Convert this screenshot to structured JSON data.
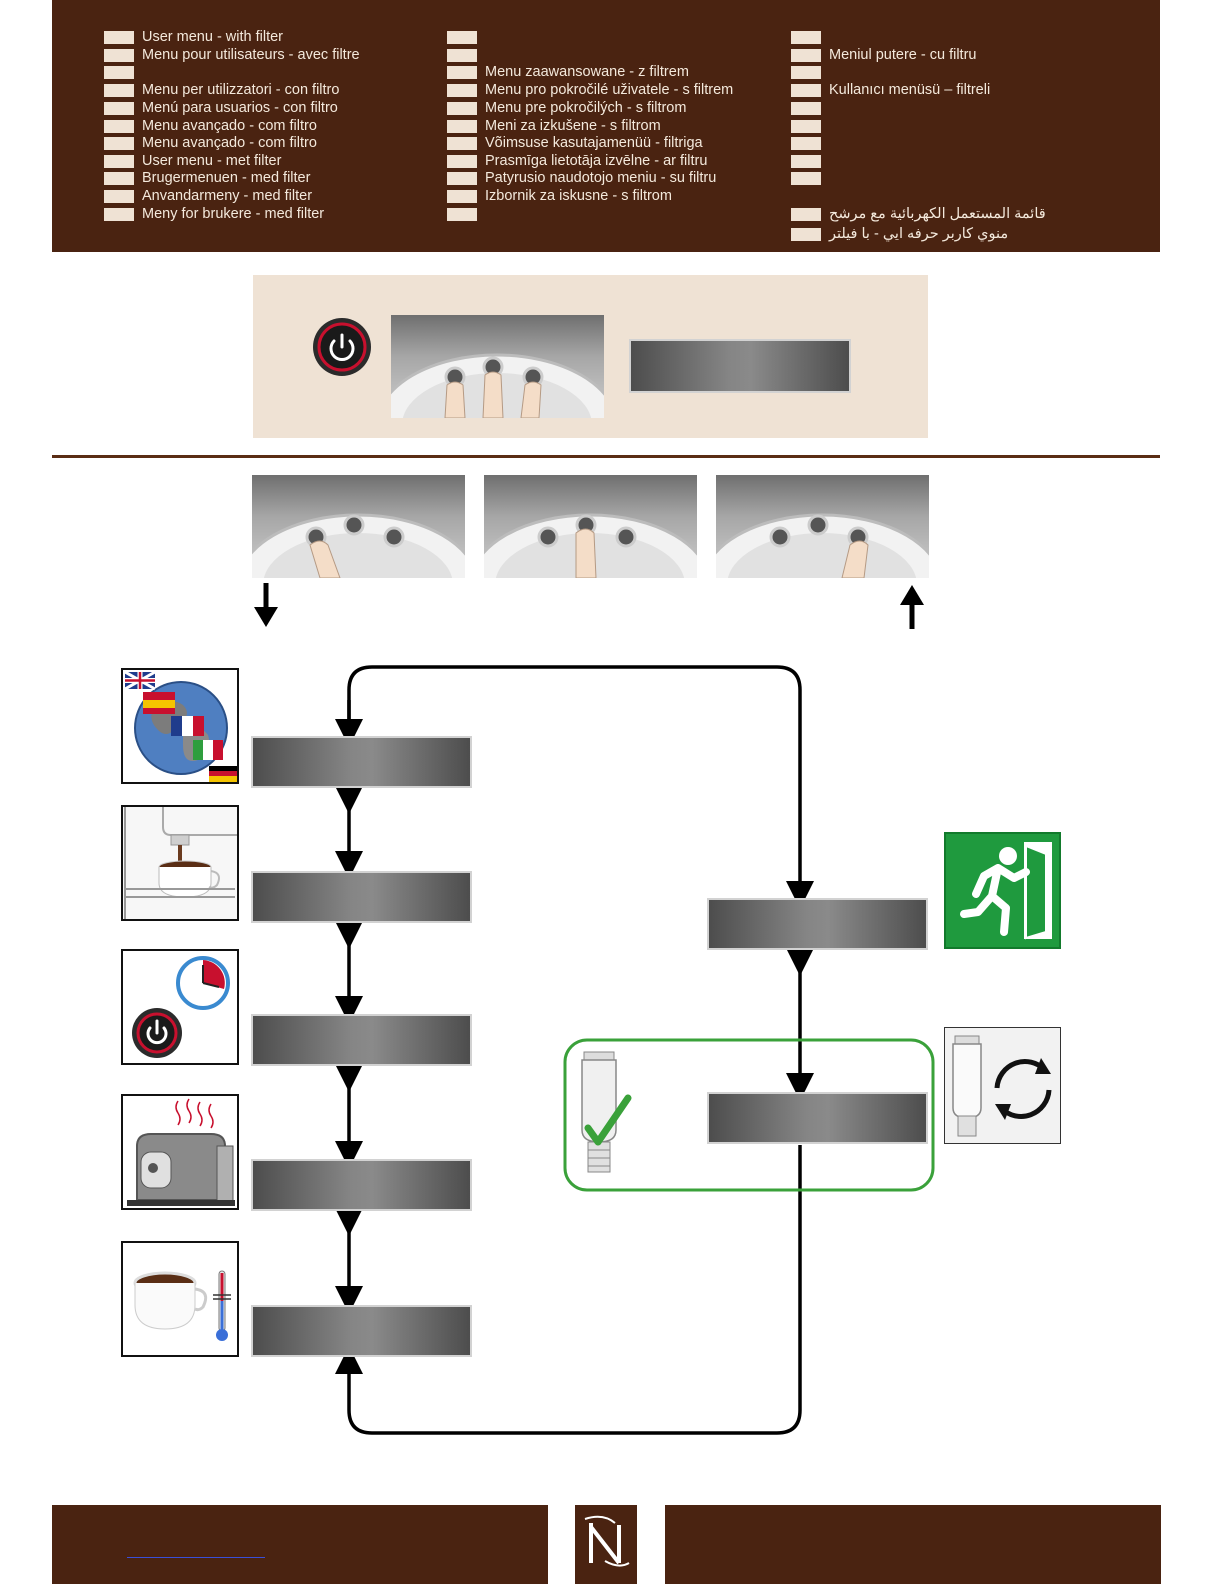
{
  "language_menu": {
    "column1": [
      {
        "label": "User menu - with filter"
      },
      {
        "label": "Menu pour utilisateurs - avec filtre"
      },
      {
        "label": ""
      },
      {
        "label": "Menu per utilizzatori - con filtro"
      },
      {
        "label": "Menú para usuarios - con filtro"
      },
      {
        "label": "Menu avançado - com filtro"
      },
      {
        "label": "Menu avançado - com filtro"
      },
      {
        "label": "User menu - met filter"
      },
      {
        "label": "Brugermenuen - med filter"
      },
      {
        "label": "Anvandarmeny - med filter"
      },
      {
        "label": "Meny for brukere - med filter"
      }
    ],
    "column2": [
      {
        "label": ""
      },
      {
        "label": ""
      },
      {
        "label": "Menu zaawansowane - z filtrem"
      },
      {
        "label": "Menu pro pokročilé uživatele - s filtrem"
      },
      {
        "label": "Menu pre pokročilých - s filtrom"
      },
      {
        "label": "Meni za izkušene - s filtrom"
      },
      {
        "label": "Võimsuse kasutajamenüü - filtriga"
      },
      {
        "label": "Prasmīga lietotāja izvēlne - ar filtru"
      },
      {
        "label": "Patyrusio naudotojo meniu - su filtru"
      },
      {
        "label": "Izbornik za iskusne - s filtrom"
      },
      {
        "label": ""
      }
    ],
    "column3": [
      {
        "label": ""
      },
      {
        "label": "Meniul putere - cu filtru"
      },
      {
        "label": ""
      },
      {
        "label": "Kullanıcı menüsü – filtreli"
      },
      {
        "label": ""
      },
      {
        "label": ""
      },
      {
        "label": ""
      },
      {
        "label": ""
      },
      {
        "label": ""
      },
      {
        "label": "قائمة المستعمل الكهربائية   مع مرشح"
      },
      {
        "label": "منوي كاربر حرفه ايي - با فيلتر"
      }
    ]
  },
  "icons": {
    "power": "power-icon",
    "exit": "exit-door-icon",
    "filter_ok": "filter-check-icon",
    "filter_replace": "filter-replace-icon",
    "brand": "nespresso-logo"
  },
  "colors": {
    "brand_brown": "#4a2311",
    "panel_beige": "#efe2d4",
    "accent_green": "#3aa13a",
    "power_red": "#c8102e"
  }
}
